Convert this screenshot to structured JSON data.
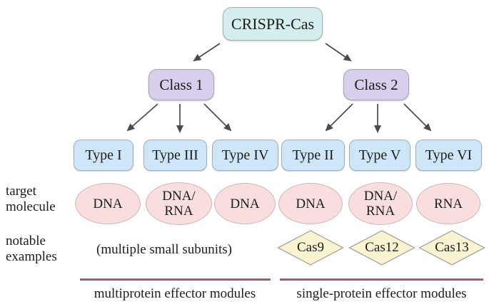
{
  "diagram": {
    "root": {
      "label": "CRISPR-Cas"
    },
    "classes": [
      {
        "label": "Class 1"
      },
      {
        "label": "Class 2"
      }
    ],
    "types": [
      {
        "label": "Type I"
      },
      {
        "label": "Type III"
      },
      {
        "label": "Type IV"
      },
      {
        "label": "Type II"
      },
      {
        "label": "Type V"
      },
      {
        "label": "Type VI"
      }
    ],
    "row_labels": {
      "target": "target\nmolecule",
      "examples": "notable\nexamples"
    },
    "targets": [
      "DNA",
      "DNA/\nRNA",
      "DNA",
      "DNA",
      "DNA/\nRNA",
      "RNA"
    ],
    "examples_note": "(multiple small subunits)",
    "examples": [
      "Cas9",
      "Cas12",
      "Cas13"
    ],
    "groups": [
      {
        "label": "multiprotein effector modules"
      },
      {
        "label": "single-protein effector modules"
      }
    ]
  },
  "colors": {
    "root_box": "#d3eeec",
    "class_box": "#d7cfeb",
    "type_box": "#cde7f8",
    "target_ellipse": "#f9dede",
    "example_diamond": "#faf3d0",
    "arrow": "#4a4a4a",
    "underline": "#8b2f62",
    "text": "#1c1c1c"
  }
}
